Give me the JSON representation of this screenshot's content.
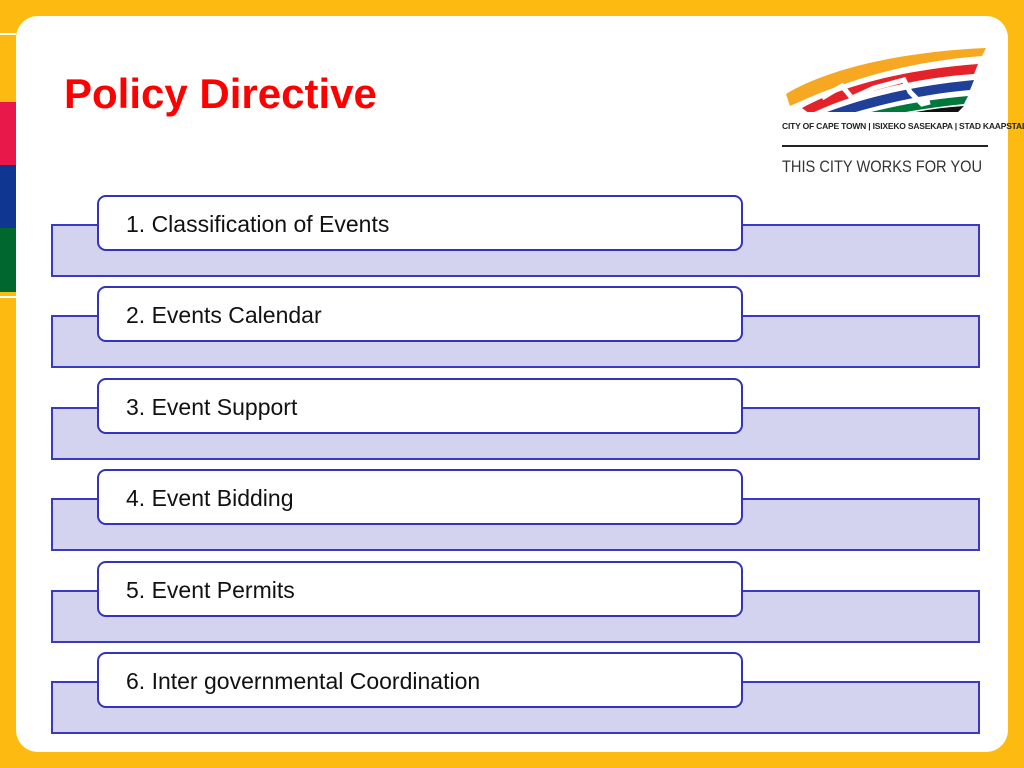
{
  "title": "Policy Directive",
  "logo": {
    "line1": "CITY OF CAPE TOWN | ISIXEKO SASEKAPA | STAD KAAPSTAD",
    "line2": "THIS CITY WORKS FOR YOU"
  },
  "items": [
    {
      "label": "1. Classification of Events"
    },
    {
      "label": "2. Events Calendar"
    },
    {
      "label": "3. Event Support"
    },
    {
      "label": "4. Event Bidding"
    },
    {
      "label": "5. Event Permits"
    },
    {
      "label": "6. Inter governmental Coordination"
    }
  ],
  "colors": {
    "background": "#fdbb11",
    "title": "#ff0000",
    "band_fill": "#d3d3f0",
    "border": "#3333bb",
    "stripe_red": "#e8194a",
    "stripe_blue": "#0f3791",
    "stripe_green": "#00682f"
  }
}
